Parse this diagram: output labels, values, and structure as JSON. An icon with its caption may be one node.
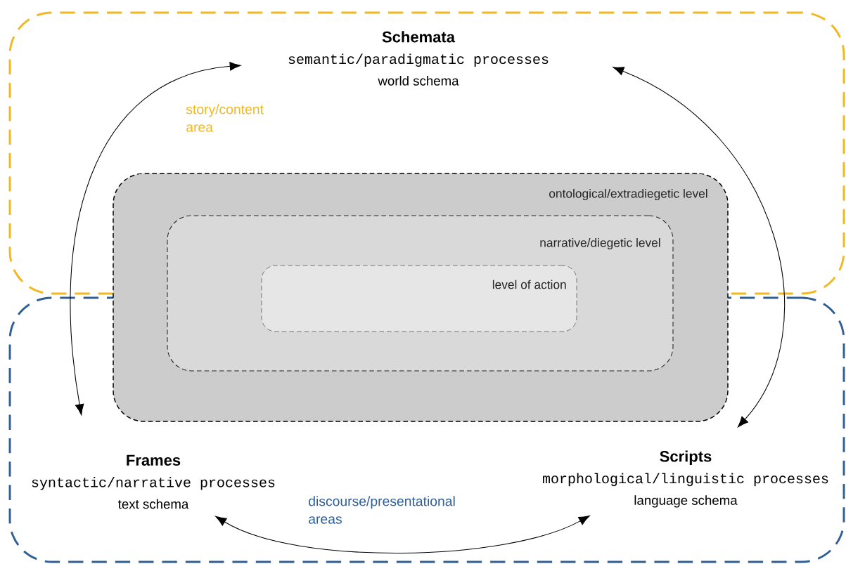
{
  "diagram": {
    "nodes": [
      {
        "text": [
          "story/content area"
        ]
      },
      {
        "text": [
          "discourse/presentational areas"
        ]
      },
      {
        "text": [
          "ontological/extradiegetic level"
        ]
      },
      {
        "text": [
          "narrative/diegetic level"
        ],
        "in": 2
      },
      {
        "text": [
          "level of action"
        ],
        "in": 3
      },
      {
        "text": [
          "Schemata",
          "semantic/paradigmatic processes",
          "world schema"
        ],
        "in": 0
      },
      {
        "text": [
          "Frames",
          "syntactic/narrative processes",
          "text schema"
        ],
        "in": 1
      },
      {
        "text": [
          "Scripts",
          "morphological/linguistic processes",
          "language schema"
        ],
        "in": 1
      }
    ],
    "edges": [
      {
        "from": 6,
        "to": 5,
        "arrow": "both"
      },
      {
        "from": 5,
        "to": 7,
        "arrow": "both"
      },
      {
        "from": 6,
        "to": 7,
        "arrow": "both"
      }
    ]
  }
}
